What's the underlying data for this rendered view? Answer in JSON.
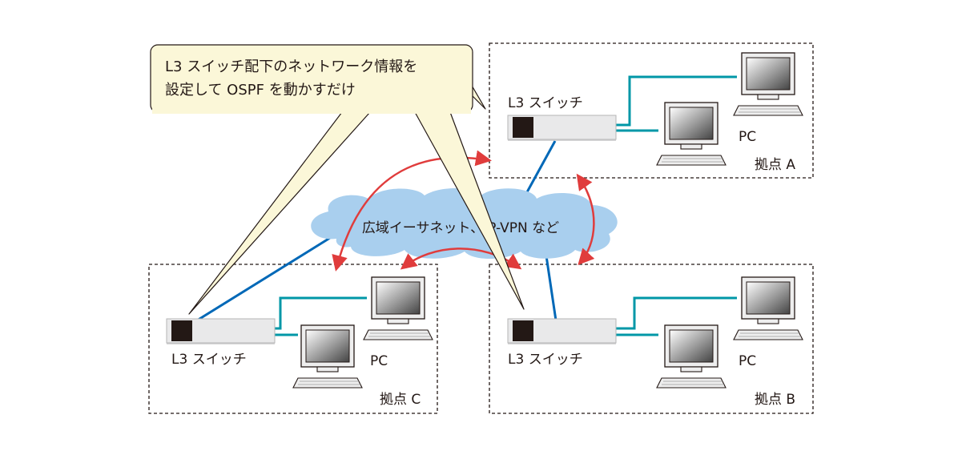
{
  "callout": {
    "line1": "L3 スイッチ配下のネットワーク情報を",
    "line2": "設定して OSPF を動かすだけ"
  },
  "cloud": {
    "label": "広域イーサネット、IP-VPN など"
  },
  "sites": [
    {
      "id": "a",
      "label": "拠点 A",
      "switch_label": "L3 スイッチ",
      "pc_label": "PC"
    },
    {
      "id": "b",
      "label": "拠点 B",
      "switch_label": "L3 スイッチ",
      "pc_label": "PC"
    },
    {
      "id": "c",
      "label": "拠点 C",
      "switch_label": "L3 スイッチ",
      "pc_label": "PC"
    }
  ],
  "colors": {
    "wan_link": "#0068b7",
    "lan_link": "#0097a7",
    "arrow": "#e03c3c",
    "cloud_fill": "#a9cfee",
    "callout_fill": "#fbf7d8",
    "switch_body": "#e9e9ea",
    "switch_port": "#231815"
  }
}
